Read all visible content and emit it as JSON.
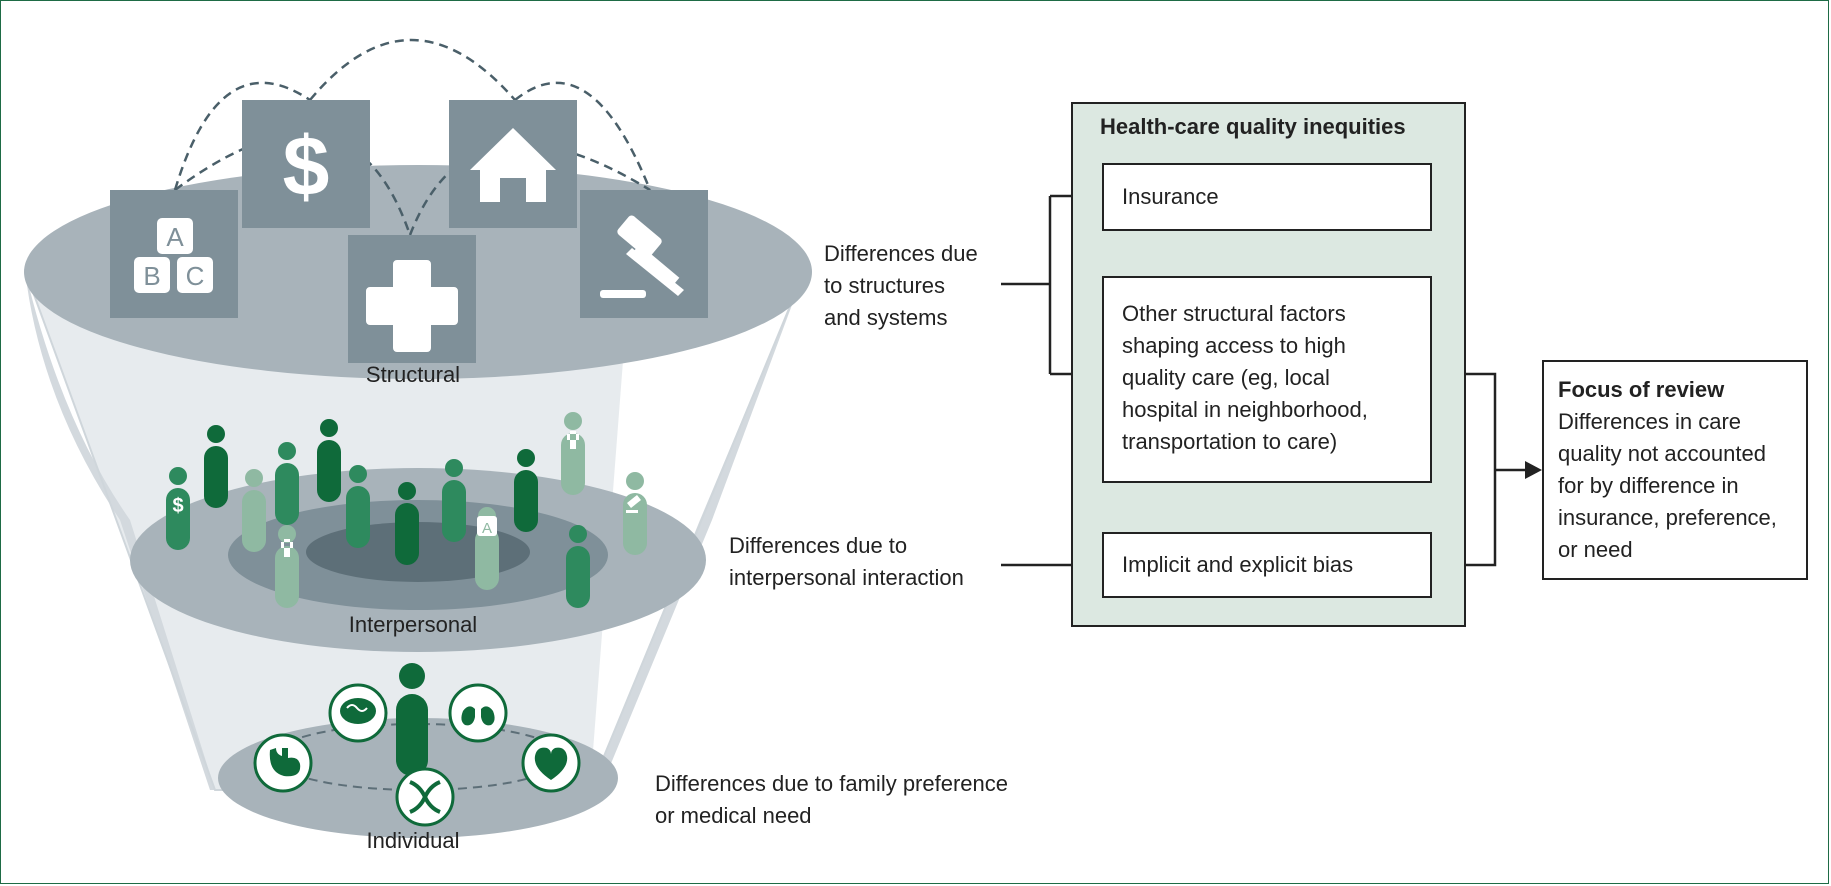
{
  "funnel": {
    "structural_label": "Structural",
    "interpersonal_label": "Interpersonal",
    "individual_label": "Individual",
    "structural_icons": [
      "abc-blocks-icon",
      "dollar-icon",
      "house-icon",
      "medical-cross-icon",
      "gavel-icon"
    ],
    "abc_letters": [
      "A",
      "B",
      "C"
    ],
    "individual_icons": [
      "stomach-icon",
      "brain-icon",
      "lungs-icon",
      "heart-icon",
      "dna-icon"
    ]
  },
  "labels": {
    "structures_line1": "Differences due",
    "structures_line2": "to structures",
    "structures_line3": "and systems",
    "interpersonal_line1": "Differences due to",
    "interpersonal_line2": "interpersonal interaction",
    "individual_line1": "Differences due to family preference",
    "individual_line2": "or medical need"
  },
  "inequities": {
    "title": "Health-care quality inequities",
    "insurance": "Insurance",
    "other_line1": "Other structural factors",
    "other_line2": "shaping access to high",
    "other_line3": "quality care (eg, local",
    "other_line4": "hospital in neighborhood,",
    "other_line5": "transportation to care)",
    "bias": "Implicit and explicit bias"
  },
  "focus": {
    "title": "Focus of review",
    "line1": "Differences in care",
    "line2": "quality not accounted",
    "line3": "for by difference in",
    "line4": "insurance, preference,",
    "line5": "or need"
  },
  "colors": {
    "dark_green": "#0f6a3a",
    "mid_green": "#2e8a5e",
    "light_green": "#8fb9a2",
    "slate": "#7f9099",
    "panel_bg": "#dce8e1"
  }
}
